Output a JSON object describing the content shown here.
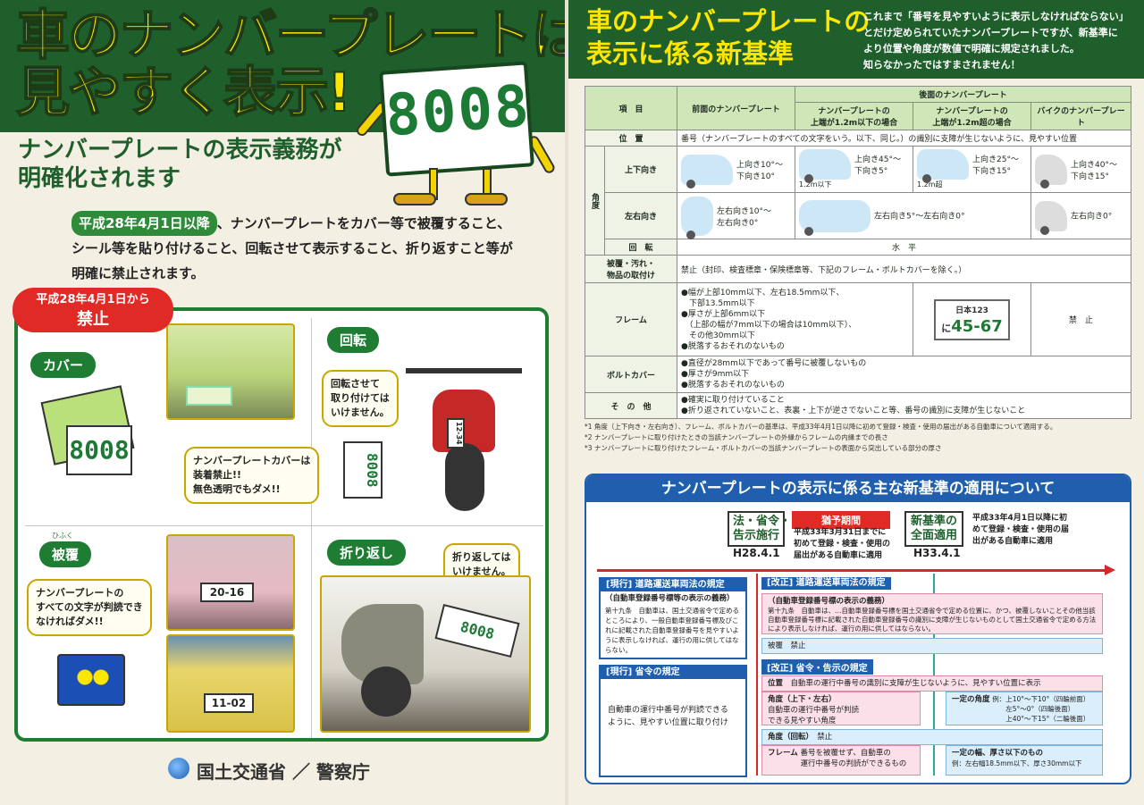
{
  "left": {
    "title": "車のナンバープレートは\n見やすく表示!",
    "mascot_number": "8008",
    "subtitle": "ナンバープレートの表示義務が\n明確化されます",
    "body_date": "平成28年4月1日以降",
    "body_text": "、ナンバープレートをカバー等で被覆すること、シール等を貼り付けること、回転させて表示すること、折り返すこと等が明確に禁止されます。",
    "ban_badge_line1": "平成28年4月1日から",
    "ban_badge_line2": "禁止",
    "sections": {
      "cover": {
        "tag": "カバー",
        "bubble": "ナンバープレートカバーは\n装着禁止!!\n無色透明でもダメ!!"
      },
      "rotate": {
        "tag": "回転",
        "bubble": "回転させて\n取り付けては\nいけません。",
        "plate_text": "12-34"
      },
      "hifuku": {
        "tag": "被覆",
        "ruby": "ひふく",
        "bubble": "ナンバープレートの\nすべての文字が判読でき\nなければダメ!!",
        "plate_text": "20-16"
      },
      "fold": {
        "tag": "折り返し",
        "bubble": "折り返しては\nいけません。"
      },
      "yellow_car_plate": "11-02"
    },
    "ministry": "国土交通省 ／ 警察庁"
  },
  "right": {
    "title": "車のナンバープレートの\n表示に係る新基準",
    "intro": "これまで「番号を見やすいように表示しなければならない」\nとだけ定められていたナンバープレートですが、新基準に\nより位置や角度が数値で明確に規定されました。\n知らなかったではすまされません！",
    "table": {
      "h_item": "項　目",
      "h_front": "前面のナンバープレート",
      "h_rear": "後面のナンバープレート",
      "h_rear_low": "ナンバープレートの\n上端が1.2m以下の場合",
      "h_rear_high": "ナンバープレートの\n上端が1.2m超の場合",
      "h_bike": "バイクのナンバープレート",
      "r_position": "位　置",
      "r_position_text": "番号（ナンバープレートのすべての文字をいう。以下、同じ。）の識別に支障が生じないように、見やすい位置",
      "r_angle": "角度",
      "r_updown": "上下向き",
      "r_updown_front": "上向き10°～\n下向き10°",
      "r_updown_rear_low": "上向き45°～\n下向き5°",
      "r_updown_rear_low_h": "1.2m以下",
      "r_updown_rear_high": "上向き25°～\n下向き15°",
      "r_updown_rear_high_h": "1.2m超",
      "r_updown_bike": "上向き40°～\n下向き15°",
      "r_leftright": "左右向き",
      "r_leftright_front": "左右向き10°～\n左右向き0°",
      "r_leftright_rear": "左右向き5°～左右向き0°",
      "r_leftright_bike": "左右向き0°",
      "r_rotate": "回　転",
      "r_rotate_text": "水　平",
      "r_cover": "被覆・汚れ・\n物品の取付け",
      "r_cover_text": "禁止（封印、検査標章・保険標章等、下記のフレーム・ボルトカバーを除く。）",
      "r_frame": "フレーム",
      "r_frame_text": "●幅が上部10mm以下、左右18.5mm以下、\n　下部13.5mm以下\n●厚さが上部6mm以下\n　（上部の幅が7mm以下の場合は10mm以下）、\n　その他30mm以下\n●脱落するおそれのないもの",
      "r_frame_plate_top": "日本123",
      "r_frame_plate_num": "45-67",
      "r_frame_plate_kana": "に",
      "r_frame_bike": "禁　止",
      "r_bolt": "ボルトカバー",
      "r_bolt_text": "●直径が28mm以下であって番号に被覆しないもの\n●厚さが9mm以下\n●脱落するおそれのないもの",
      "r_other": "そ　の　他",
      "r_other_text": "●確実に取り付けていること\n●折り返されていないこと、表裏・上下が逆さでないこと等、番号の識別に支障が生じないこと"
    },
    "notes": [
      "*1 角度（上下向き・左右向き）、フレーム、ボルトカバーの基準は、平成33年4月1日以降に初めて登録・検査・使用の届出がある自動車について適用する。",
      "*2 ナンバープレートに取り付けたときの当該ナンバープレートの外縁からフレームの内縁までの長さ",
      "*3 ナンバープレートに取り付けたフレーム・ボルトカバーの当該ナンバープレートの表面から突出している部分の厚さ"
    ],
    "schedule": {
      "title": "ナンバープレートの表示に係る主な新基準の適用について",
      "ms1": "法・省令・\n告示施行",
      "ms1_date": "H28.4.1",
      "grace": "猶予期間",
      "grace_text": "平成33年3月31日までに\n初めて登録・検査・使用の\n届出がある自動車に適用",
      "ms2": "新基準の\n全面適用",
      "ms2_date": "H33.4.1",
      "ms2_text": "平成33年4月1日以降に初\nめて登録・検査・使用の届\n出がある自動車に適用",
      "old_law_head": "[現行] 道路運送車両法の規定",
      "old_law_sub": "（自動車登録番号標等の表示の義務）",
      "old_law_text": "第十九条　自動車は、国土交通省令で定めるところにより、一般自動車登録番号標及びこれに記載された自動車登録番号を見やすいように表示しなければ、運行の用に供してはならない。",
      "old_ord_head": "[現行] 省令の規定",
      "old_ord_text": "自動車の運行中番号が判読できる\nように、見やすい位置に取り付け",
      "new_law_head": "[改正] 道路運送車両法の規定",
      "new_law_sub": "（自動車登録番号標の表示の義務）",
      "new_law_text": "第十九条　自動車は、…自動車登録番号標を国土交通省令で定める位置に、かつ、被覆しないことその他当該自動車登録番号標に記載された自動車登録番号の識別に支障が生じないものとして国土交通省令で定める方法により表示しなければ、運行の用に供してはならない。",
      "new_law_cover": "被覆　禁止",
      "new_ord_head": "[改正] 省令・告示の規定",
      "new_pos_label": "位置",
      "new_pos_text": "自動車の運行中番号の識別に支障が生じないように、見やすい位置に表示",
      "new_angle_label": "角度（上下・左右）",
      "new_angle_text": "自動車の運行中番号が判読\nできる見やすい角度",
      "new_angle_fixed_label": "一定の角度",
      "new_angle_fixed_text": "例：上10°～下10°（四輪前面）\n　　左5°～0°（四輪後面）\n　　上40°～下15°（二輪後面）",
      "new_rotate_label": "角度（回転）",
      "new_rotate_text": "禁止",
      "new_frame_label": "フレーム",
      "new_frame_text": "番号を被覆せず、自動車の\n運行中番号の判読ができるもの",
      "new_frame_fixed_label": "一定の幅、厚さ以下のもの",
      "new_frame_fixed_text": "例：左右幅18.5mm以下、厚さ30mm以下"
    }
  },
  "colors": {
    "banner_green": "#1f5f2c",
    "title_yellow": "#ffe600",
    "ban_red": "#e02a26",
    "sched_blue": "#1f5fae"
  }
}
